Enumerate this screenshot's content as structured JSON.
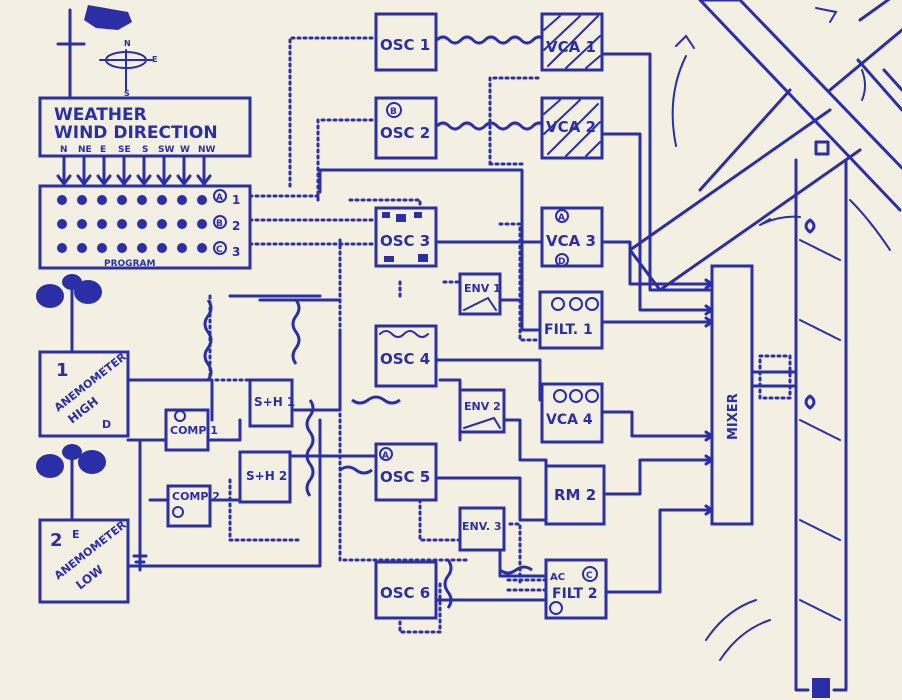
{
  "weather": {
    "title_line1": "WEATHER",
    "title_line2": "WIND DIRECTION",
    "directions": [
      "N",
      "NE",
      "E",
      "SE",
      "S",
      "SW",
      "W",
      "NW"
    ],
    "vane_letters": {
      "n": "N",
      "s": "S",
      "e": "E"
    }
  },
  "program": {
    "label": "PROGRAM",
    "rows": [
      {
        "marker": "A",
        "number": "1"
      },
      {
        "marker": "B",
        "number": "2"
      },
      {
        "marker": "C",
        "number": "3"
      }
    ]
  },
  "anemometer_high": {
    "number": "1",
    "line1": "ANEMOMETER",
    "line2": "HIGH",
    "marker": "D"
  },
  "anemometer_low": {
    "number": "2",
    "marker": "E",
    "line1": "ANEMOMETER",
    "line2": "LOW"
  },
  "modules": {
    "osc1": "OSC 1",
    "osc2": "OSC 2",
    "osc3": "OSC 3",
    "osc4": "OSC 4",
    "osc5": "OSC 5",
    "osc6": "OSC 6",
    "vca1": "VCA 1",
    "vca2": "VCA 2",
    "vca3": "VCA 3",
    "vca4": "VCA 4",
    "env1": "ENV 1",
    "env2": "ENV 2",
    "env3": "ENV. 3",
    "filt1": "FILT. 1",
    "filt2": "FILT 2",
    "rm2": "RM 2",
    "sh1": "S+H 1",
    "sh2": "S+H 2",
    "comp1": "COMP 1",
    "comp2": "COMP 2",
    "mixer": "MIXER"
  },
  "markers": {
    "a": "A",
    "b": "B",
    "c": "C",
    "d": "D",
    "ac": "AC"
  },
  "colors": {
    "ink": "#2a2fa8",
    "paper": "#f3efe3"
  }
}
